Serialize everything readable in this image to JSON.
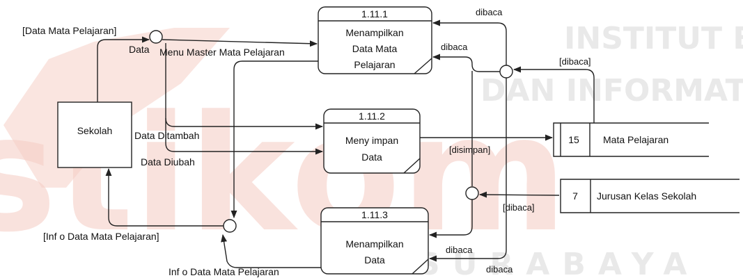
{
  "watermark": {
    "big": "stikom",
    "line1": "INSTITUT BISNIS",
    "line2": "DAN INFORMATIKA",
    "line3": "SURABAYA",
    "color": "#f6cfc7",
    "line_color": "#e9e9e9"
  },
  "external_entity": {
    "label": "Sekolah"
  },
  "processes": [
    {
      "id": "1.11.1",
      "line1": "Menampilkan",
      "line2": "Data Mata",
      "line3": "Pelajaran"
    },
    {
      "id": "1.11.2",
      "line1": "Meny impan",
      "line2": "Data",
      "line3": ""
    },
    {
      "id": "1.11.3",
      "line1": "Menampilkan",
      "line2": "Data",
      "line3": ""
    }
  ],
  "data_stores": [
    {
      "id": "15",
      "label": "Mata Pelajaran"
    },
    {
      "id": "7",
      "label": "Jurusan Kelas Sekolah"
    }
  ],
  "flow_labels": {
    "data_mata_pelajaran": "[Data Mata Pelajaran]",
    "data": "Data",
    "menu_master": "Menu Master Mata Pelajaran",
    "data_ditambah": "Data Ditambah",
    "data_diubah": "Data Diubah",
    "info_data_bracket": "[Inf o Data Mata Pelajaran]",
    "info_data": "Inf o Data Mata Pelajaran",
    "dibaca_top": "dibaca",
    "dibaca_mid": "dibaca",
    "dibaca_bracket_top": "[dibaca]",
    "disimpan": "[disimpan]",
    "dibaca_bracket_bottom": "[dibaca]",
    "dibaca_bottom1": "dibaca",
    "dibaca_bottom2": "dibaca"
  }
}
